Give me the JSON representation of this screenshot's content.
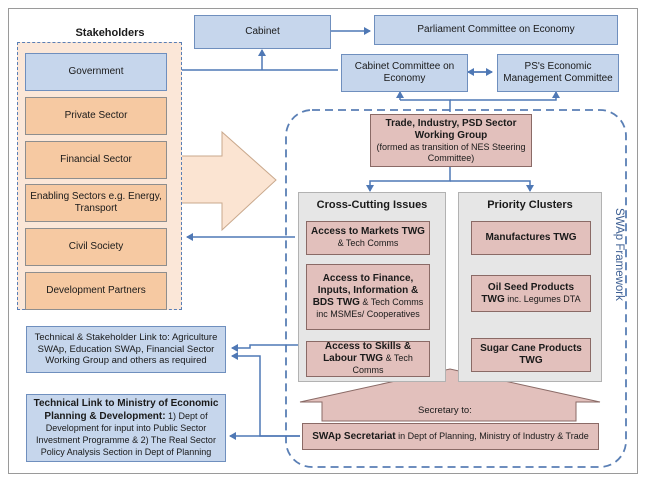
{
  "stakeholders": {
    "title": "Stakeholders",
    "items": [
      "Government",
      "Private Sector",
      "Financial Sector",
      "Enabling Sectors e.g. Energy, Transport",
      "Civil Society",
      "Development Partners"
    ]
  },
  "top": {
    "cabinet": "Cabinet",
    "parliament": "Parliament Committee on Economy",
    "cabinet_committee": "Cabinet  Committee on Economy",
    "ps_committee": "PS's Economic Management Committee"
  },
  "trade_wg": {
    "title": "Trade, Industry, PSD Sector Working Group",
    "subtitle": "(formed as transition of NES Steering Committee)"
  },
  "cross_cutting": {
    "title": "Cross-Cutting Issues",
    "items": [
      {
        "bold": "Access to Markets TWG",
        "rest": " & Tech Comms"
      },
      {
        "bold": "Access to Finance, Inputs, Information & BDS TWG",
        "rest": " & Tech Comms inc MSMEs/ Cooperatives"
      },
      {
        "bold": "Access to Skills & Labour TWG",
        "rest": " & Tech Comms"
      }
    ]
  },
  "priority": {
    "title": "Priority Clusters",
    "items": [
      {
        "bold": "Manufactures TWG",
        "rest": ""
      },
      {
        "bold": "Oil Seed Products TWG",
        "rest": " inc. Legumes DTA"
      },
      {
        "bold": "Sugar Cane Products TWG",
        "rest": ""
      }
    ]
  },
  "swap_framework_label": "SWAp Framework",
  "secretary_label": "Secretary to:",
  "secretariat": {
    "bold": "SWAp Secretariat",
    "rest": " in  Dept of Planning, Ministry of Industry & Trade"
  },
  "technical_stakeholder_link": "Technical & Stakeholder Link to: Agriculture SWAp, Education SWAp, Financial Sector Working Group and others as required",
  "technical_link": {
    "bold": "Technical Link to Ministry of Economic Planning & Development:",
    "rest": " 1) Dept of Development for input into Public Sector Investment Programme  & 2) The Real Sector Policy Analysis Section in Dept of Planning"
  },
  "colors": {
    "blue_fill": "#c6d6ec",
    "orange_fill": "#f6c9a2",
    "pink_fill": "#e2c0bc",
    "arrow_blue": "#4f78b5",
    "dash_blue": "#5a7fb5"
  }
}
